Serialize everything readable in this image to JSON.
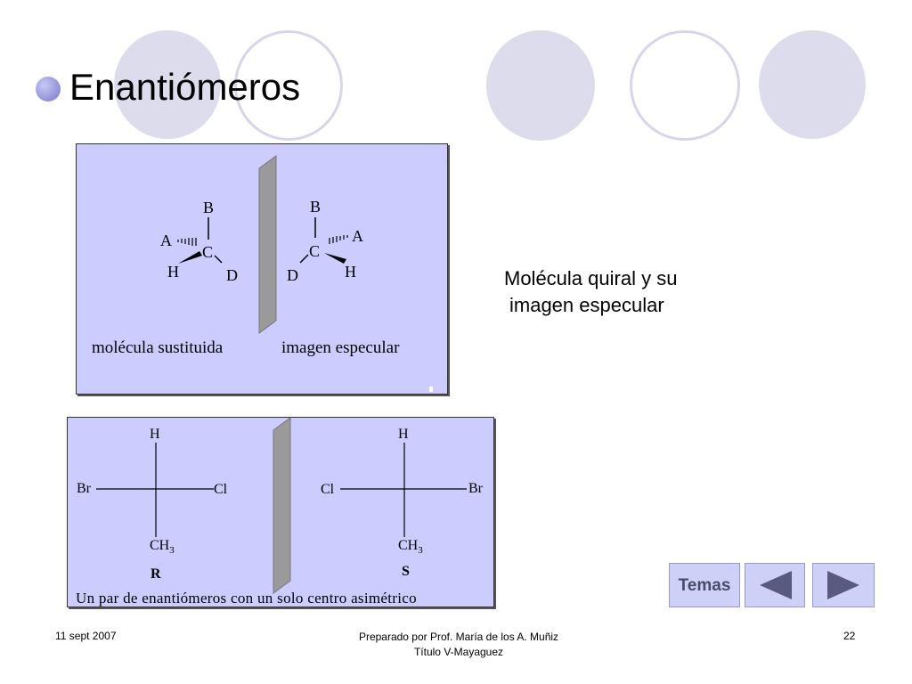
{
  "slide": {
    "title": "Enantiómeros",
    "side_caption_line1": "Molécula quiral y su",
    "side_caption_line2": "imagen especular"
  },
  "figure_top": {
    "left_molecule": {
      "top": "B",
      "left": "A",
      "center": "C",
      "bottom_left": "H",
      "bottom_right": "D"
    },
    "right_molecule": {
      "top": "B",
      "right": "A",
      "center": "C",
      "bottom_left": "D",
      "bottom_right": "H"
    },
    "caption_left": "molécula sustituida",
    "caption_right": "imagen especular"
  },
  "figure_bottom": {
    "left_molecule": {
      "top": "H",
      "left": "Br",
      "right": "Cl",
      "bottom_main": "CH",
      "bottom_sub": "3",
      "config": "R"
    },
    "right_molecule": {
      "top": "H",
      "left": "Cl",
      "right": "Br",
      "bottom_main": "CH",
      "bottom_sub": "3",
      "config": "S"
    },
    "caption": "Un par de enantiómeros con un solo centro asimétrico"
  },
  "nav": {
    "temas_label": "Temas",
    "prev_icon": "triangle-left-icon",
    "next_icon": "triangle-right-icon"
  },
  "footer": {
    "date": "11 sept 2007",
    "author_line1": "Preparado por Prof. María de los A. Muñiz",
    "author_line2": "Título V-Mayaguez",
    "page_number": "22"
  },
  "colors": {
    "panel_bg": "#ccccff",
    "deco_filled": "#dcdcec",
    "deco_ring": "#d6d6ea",
    "mirror": "#9a9a9a",
    "nav_bg": "#cfd0f7",
    "nav_arrow": "#5a5a80"
  }
}
